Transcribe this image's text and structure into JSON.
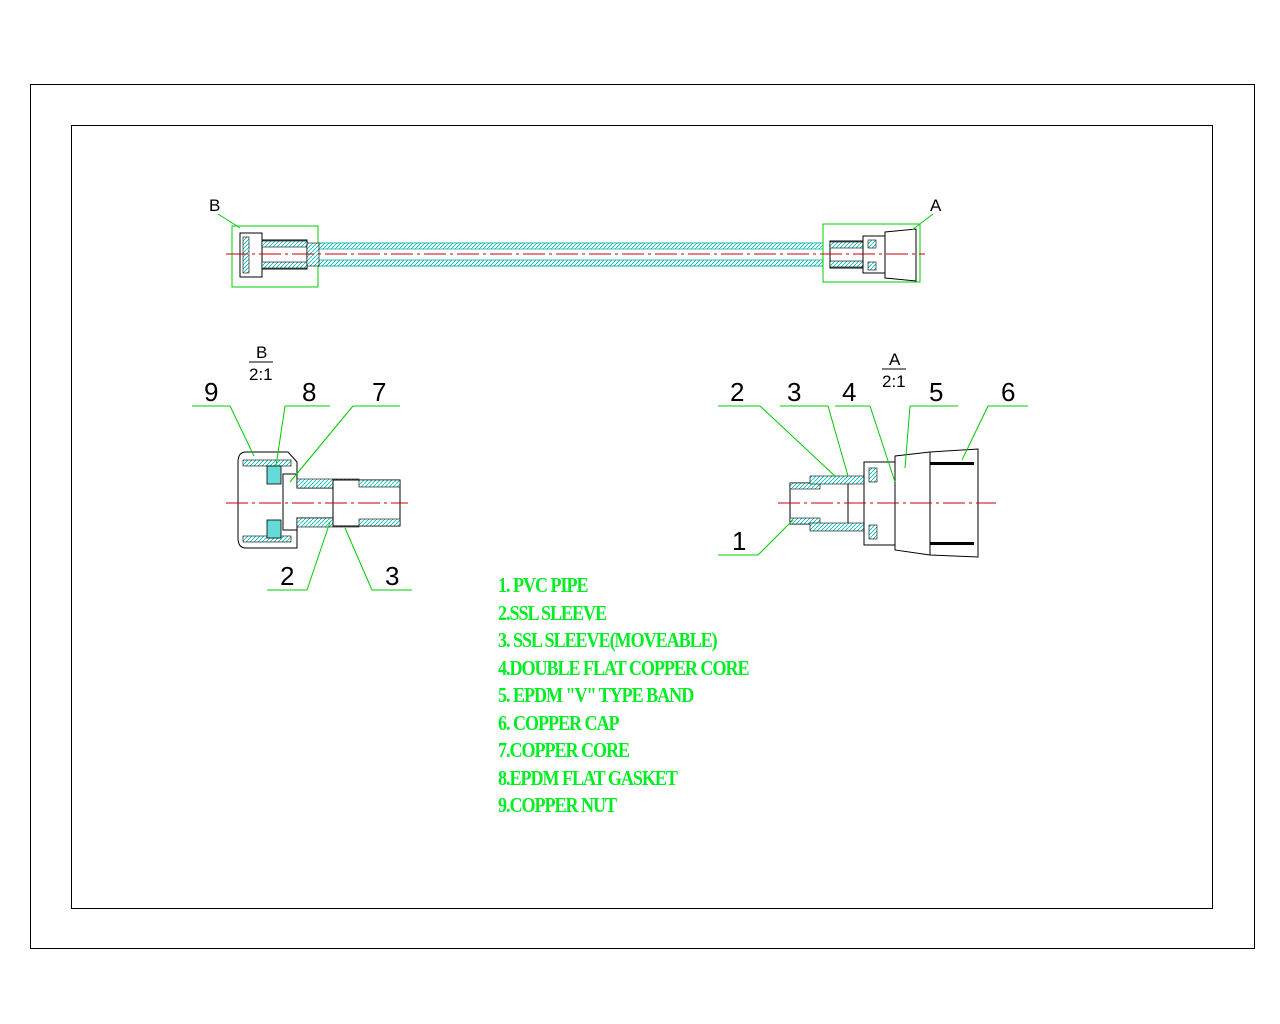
{
  "views": {
    "detail_b_marker": "B",
    "detail_a_marker": "A",
    "detail_b": {
      "name": "B",
      "scale": "2:1",
      "callouts": [
        "9",
        "8",
        "7",
        "2",
        "3"
      ]
    },
    "detail_a": {
      "name": "A",
      "scale": "2:1",
      "callouts": [
        "2",
        "3",
        "4",
        "5",
        "6",
        "1"
      ]
    }
  },
  "parts": [
    "1. PVC PIPE",
    "2.SSL SLEEVE",
    "3. SSL SLEEVE(MOVEABLE)",
    "4.DOUBLE FLAT COPPER CORE",
    "5. EPDM \"V\" TYPE BAND",
    "6. COPPER CAP",
    "7.COPPER CORE",
    "8.EPDM FLAT GASKET",
    "9.COPPER NUT"
  ],
  "colors": {
    "outline": "#000000",
    "leader": "#00cc00",
    "hatch": "#00cccc",
    "centerline": "#cc0000",
    "parts_text": "#00ee22"
  }
}
